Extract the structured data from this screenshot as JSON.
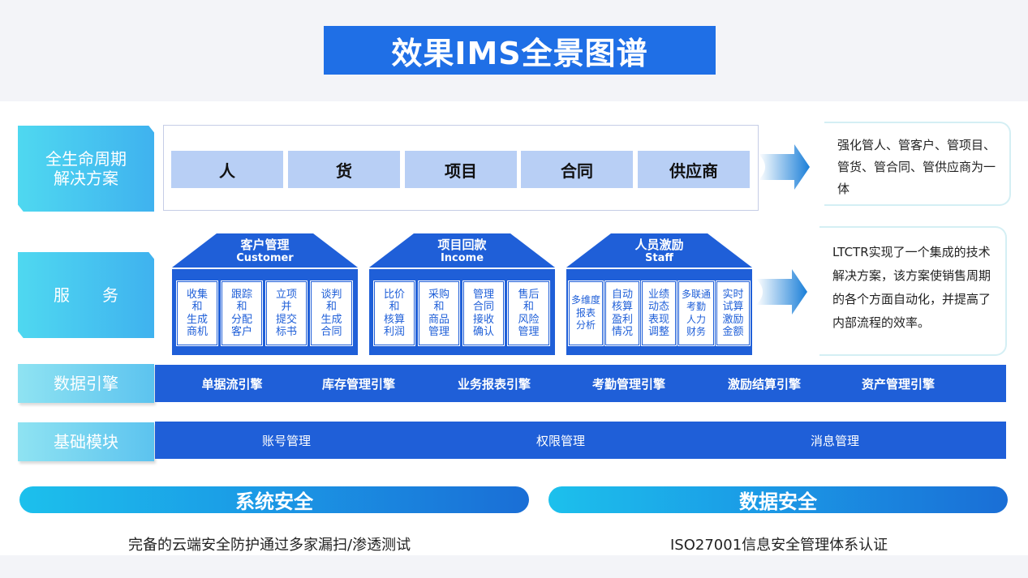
{
  "title": "效果IMS全景图谱",
  "rows": {
    "lifecycle": "全生命周期\n解决方案",
    "service": "服　　务",
    "engine": "数据引擎",
    "base": "基础模块"
  },
  "lifecycle_items": [
    "人",
    "货",
    "项目",
    "合同",
    "供应商"
  ],
  "notes": {
    "lifecycle": "强化管人、管客户、管项目、管货、管合同、管供应商为一体",
    "service": "LTCTR实现了一个集成的技术解决方案，该方案使销售周期的各个方面自动化，并提高了内部流程的效率。"
  },
  "services": [
    {
      "title": "客户管理",
      "subtitle": "Customer",
      "items": [
        "收集\n和\n生成\n商机",
        "跟踪\n和\n分配\n客户",
        "立项\n并\n提交\n标书",
        "谈判\n和\n生成\n合同"
      ]
    },
    {
      "title": "项目回款",
      "subtitle": "Income",
      "items": [
        "比价\n和\n核算\n利润",
        "采购\n和\n商品\n管理",
        "管理\n合同\n接收\n确认",
        "售后\n和\n风险\n管理"
      ]
    },
    {
      "title": "人员激励",
      "subtitle": "Staff",
      "items": [
        "多维度\n报表\n分析",
        "自动\n核算\n盈利\n情况",
        "业绩\n动态\n表现\n调整",
        "多联通\n考勤\n人力\n财务",
        "实时\n试算\n激励\n金额"
      ]
    }
  ],
  "engines": [
    "单据流引擎",
    "库存管理引擎",
    "业务报表引擎",
    "考勤管理引擎",
    "激励结算引擎",
    "资产管理引擎"
  ],
  "base_modules": [
    "账号管理",
    "权限管理",
    "消息管理"
  ],
  "security": [
    {
      "label": "系统安全",
      "caption": "完备的云端安全防护通过多家漏扫/渗透测试"
    },
    {
      "label": "数据安全",
      "caption": "ISO27001信息安全管理体系认证"
    }
  ],
  "colors": {
    "primary_blue": "#1f5fd8",
    "title_blue": "#1f6fe6",
    "cyan": "#3fb2ef",
    "cell_light_blue": "#b8cff5"
  }
}
